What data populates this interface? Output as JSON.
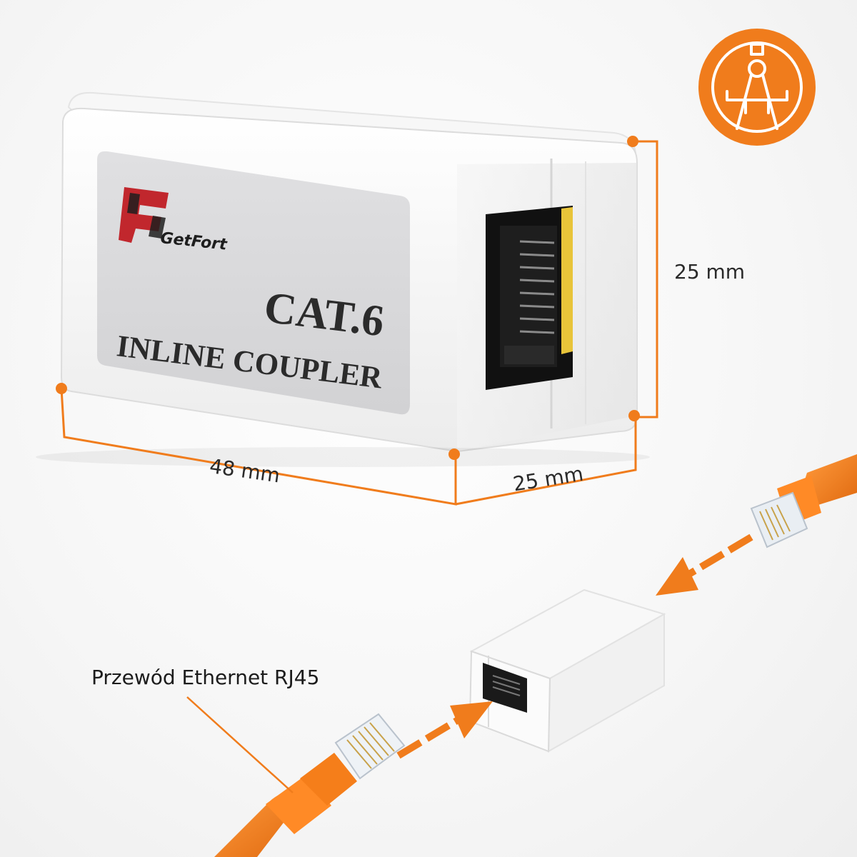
{
  "product": {
    "brand_name": "GetFort",
    "brand_letter": "F",
    "model_label": "CAT.6",
    "type_label": "INLINE COUPLER"
  },
  "dimensions": {
    "height": "25 mm",
    "width": "48 mm",
    "depth": "25 mm"
  },
  "annotation": {
    "cable_label": "Przewód Ethernet RJ45"
  },
  "icons": {
    "badge": "compass-icon"
  },
  "colors": {
    "accent": "#f07c1c",
    "body": "#ffffff",
    "panel": "#d9d9db",
    "brand_red": "#c1272d"
  }
}
